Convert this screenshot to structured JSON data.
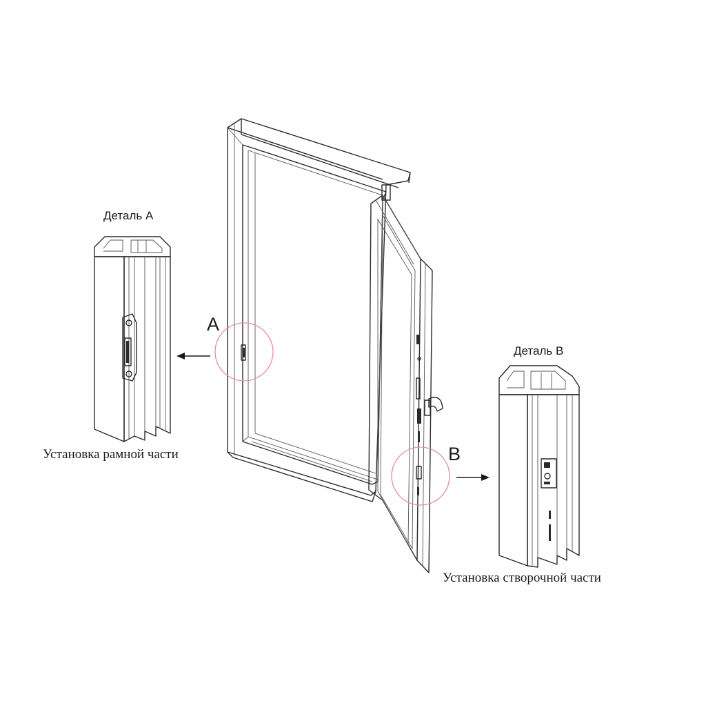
{
  "labels": {
    "detail_a": "Деталь А",
    "detail_b": "Деталь В",
    "marker_a": "A",
    "marker_b": "B",
    "caption_a": "Установка рамной части",
    "caption_b": "Установка створочной части"
  },
  "colors": {
    "line": "#2b2b2b",
    "callout_circle": "#e58aa8",
    "background": "#ffffff"
  },
  "icons": {
    "arrow_a": "arrow-left-icon",
    "arrow_b": "arrow-right-icon"
  }
}
